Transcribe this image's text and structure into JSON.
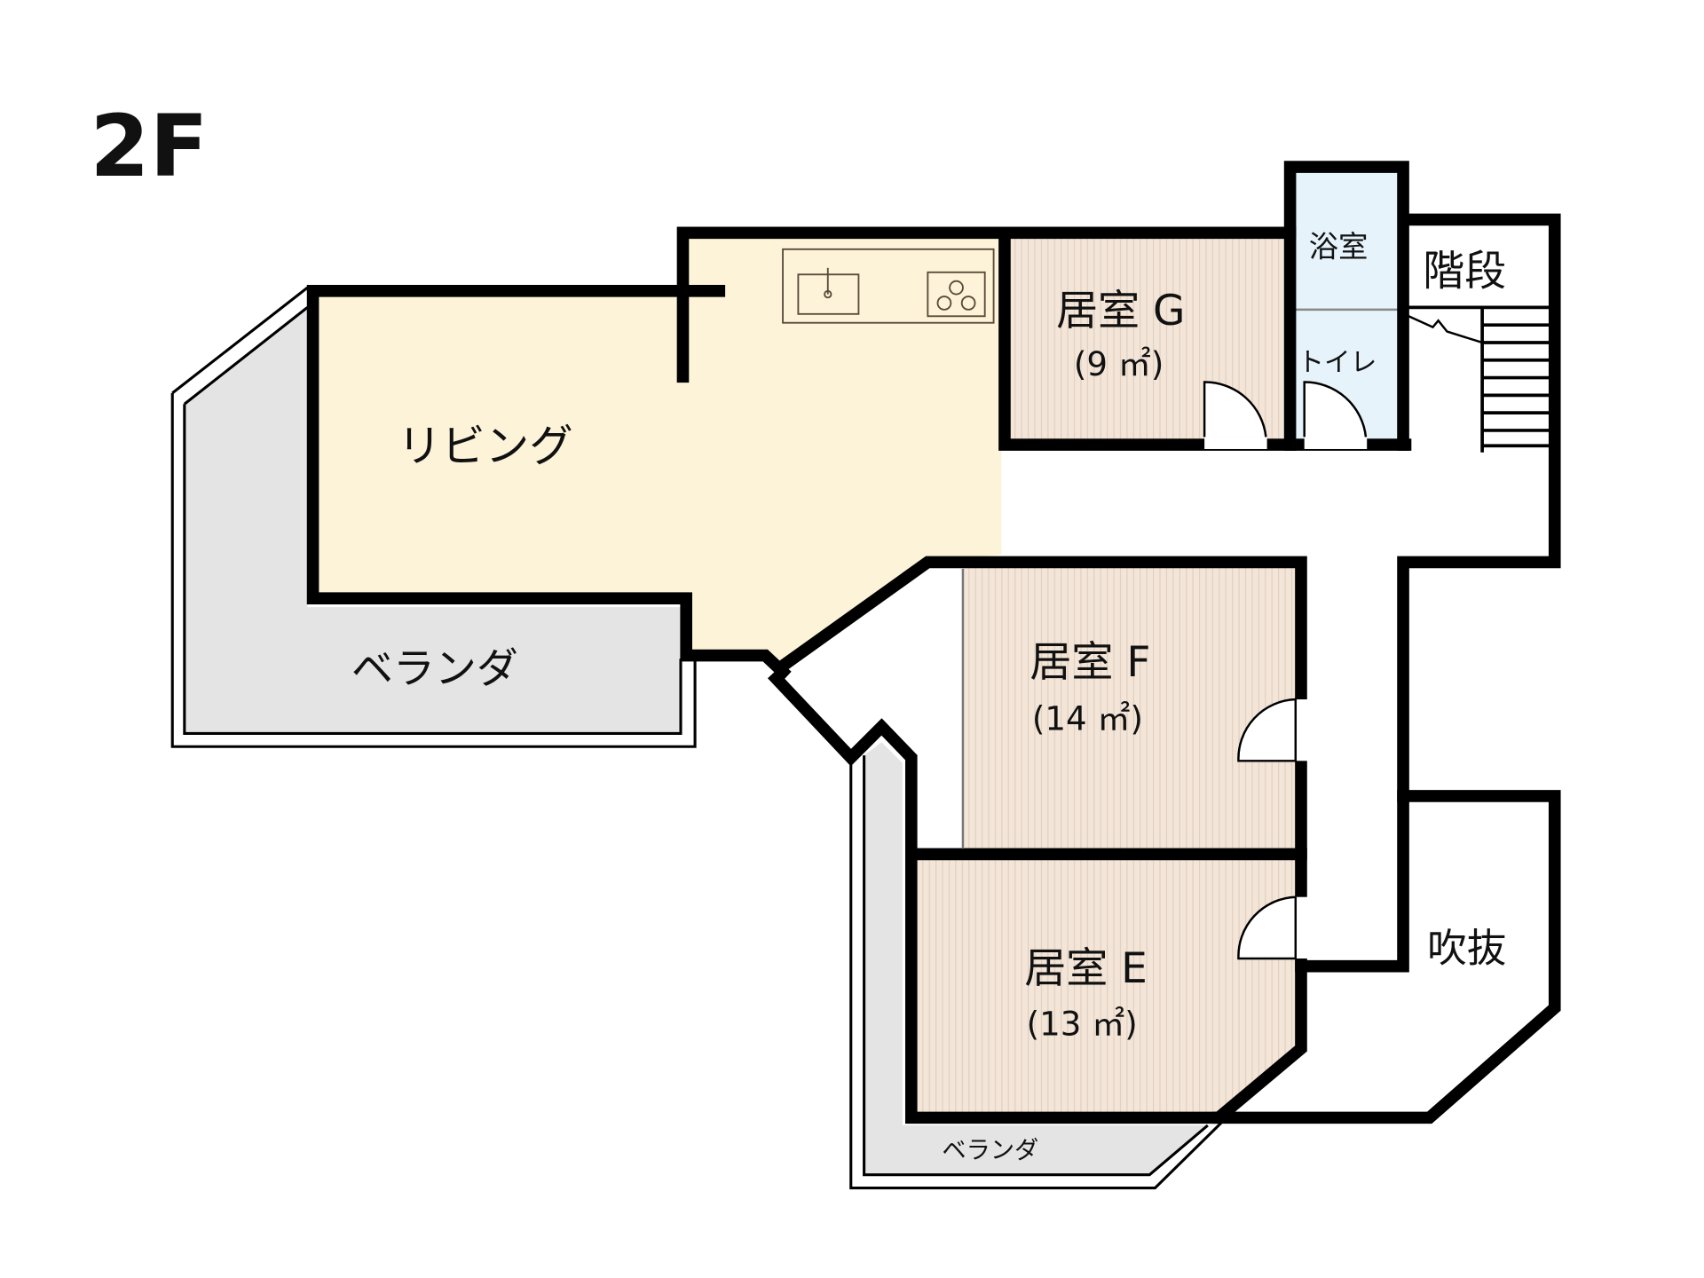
{
  "floor_label": "2F",
  "rooms": {
    "living": {
      "name": "リビング"
    },
    "veranda_main": {
      "name": "ベランダ"
    },
    "veranda_small": {
      "name": "ベランダ"
    },
    "room_g": {
      "name": "居室 G",
      "area": "(9 ㎡)"
    },
    "room_f": {
      "name": "居室 F",
      "area": "(14 ㎡)"
    },
    "room_e": {
      "name": "居室 E",
      "area": "(13 ㎡)"
    },
    "bath": {
      "name": "浴室"
    },
    "toilet": {
      "name": "トイレ"
    },
    "stairs": {
      "name": "階段"
    },
    "void": {
      "name": "吹抜"
    }
  },
  "colors": {
    "living": "#fdf3d8",
    "bedroom": "#f3e6d8",
    "wet": "#e6f3fb",
    "veranda": "#e4e4e4"
  }
}
